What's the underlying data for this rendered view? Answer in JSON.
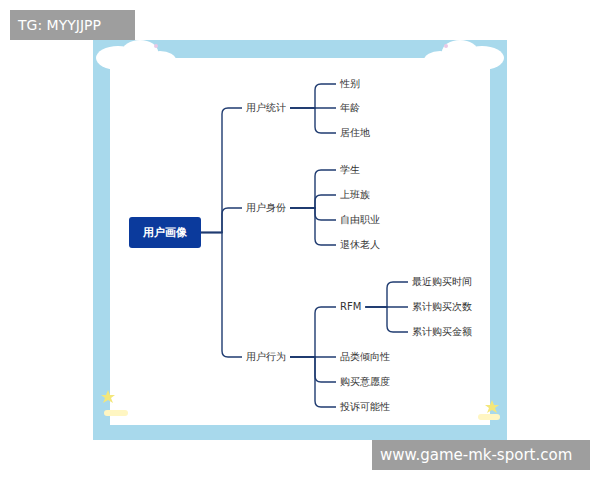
{
  "diagram": {
    "nodes": [
      {
        "text": [
          "用户画像"
        ]
      },
      {
        "text": [
          "用户统计"
        ]
      },
      {
        "text": [
          "性别"
        ]
      },
      {
        "text": [
          "年龄"
        ]
      },
      {
        "text": [
          "居住地"
        ]
      },
      {
        "text": [
          "用户身份"
        ]
      },
      {
        "text": [
          "学生"
        ]
      },
      {
        "text": [
          "上班族"
        ]
      },
      {
        "text": [
          "自由职业"
        ]
      },
      {
        "text": [
          "退休老人"
        ]
      },
      {
        "text": [
          "用户行为"
        ]
      },
      {
        "text": [
          "RFM"
        ]
      },
      {
        "text": [
          "最近购买时间"
        ]
      },
      {
        "text": [
          "累计购买次数"
        ]
      },
      {
        "text": [
          "累计购买金额"
        ]
      },
      {
        "text": [
          "品类倾向性"
        ]
      },
      {
        "text": [
          "购买意愿度"
        ]
      },
      {
        "text": [
          "投诉可能性"
        ]
      }
    ],
    "edges": [
      {
        "from": 0,
        "to": 1,
        "arrow": "none"
      },
      {
        "from": 0,
        "to": 5,
        "arrow": "none"
      },
      {
        "from": 0,
        "to": 10,
        "arrow": "none"
      },
      {
        "from": 1,
        "to": 2,
        "arrow": "none"
      },
      {
        "from": 1,
        "to": 3,
        "arrow": "none"
      },
      {
        "from": 1,
        "to": 4,
        "arrow": "none"
      },
      {
        "from": 5,
        "to": 6,
        "arrow": "none"
      },
      {
        "from": 5,
        "to": 7,
        "arrow": "none"
      },
      {
        "from": 5,
        "to": 8,
        "arrow": "none"
      },
      {
        "from": 5,
        "to": 9,
        "arrow": "none"
      },
      {
        "from": 10,
        "to": 11,
        "arrow": "none"
      },
      {
        "from": 10,
        "to": 15,
        "arrow": "none"
      },
      {
        "from": 10,
        "to": 16,
        "arrow": "none"
      },
      {
        "from": 10,
        "to": 17,
        "arrow": "none"
      },
      {
        "from": 11,
        "to": 12,
        "arrow": "none"
      },
      {
        "from": 11,
        "to": 13,
        "arrow": "none"
      },
      {
        "from": 11,
        "to": 14,
        "arrow": "none"
      }
    ],
    "labels": [
      "TG: MYYJJPP",
      "www.game-mk-sport.com"
    ]
  }
}
